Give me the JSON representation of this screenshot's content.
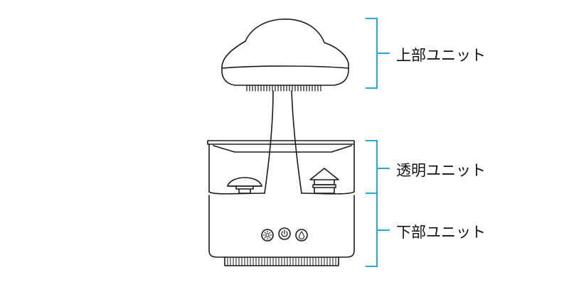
{
  "annotations": [
    {
      "id": "upper",
      "label": "上部ユニット"
    },
    {
      "id": "transparent",
      "label": "透明ユニット"
    },
    {
      "id": "lower",
      "label": "下部ユニット"
    }
  ],
  "device": {
    "buttons": [
      {
        "name": "light-button",
        "icon": "sun-icon"
      },
      {
        "name": "power-button",
        "icon": "power-icon"
      },
      {
        "name": "mist-button",
        "icon": "droplet-icon"
      }
    ]
  },
  "colors": {
    "bracket": "#29a8e0",
    "line": "#1a1a1a"
  }
}
